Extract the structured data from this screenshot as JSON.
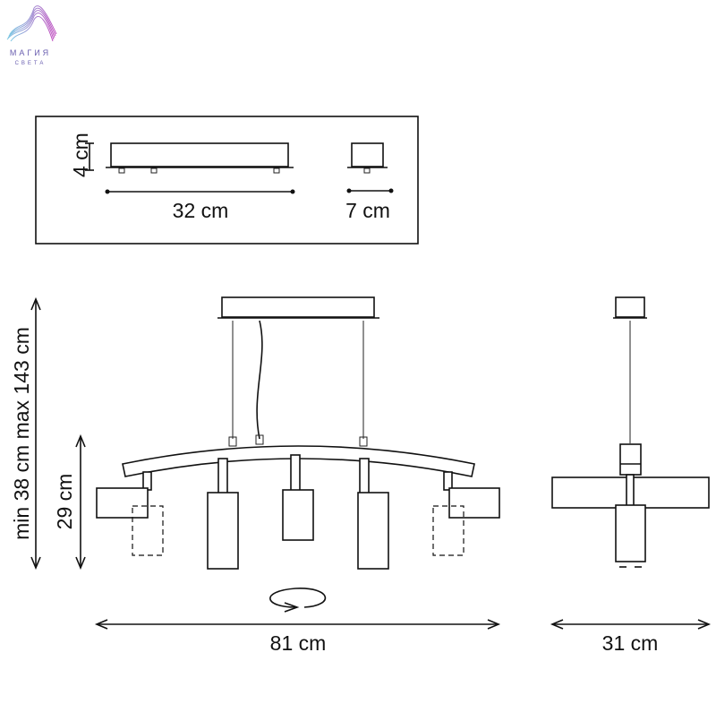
{
  "logo": {
    "line1": "МАГИЯ",
    "line2": "СВЕТА"
  },
  "canopy_dims": {
    "height": "4 cm",
    "length": "32 cm",
    "width": "7 cm"
  },
  "main_dims": {
    "total_height": "min 38 cm max 143 cm",
    "lamp_height": "29 cm",
    "length": "81 cm",
    "width": "31 cm"
  },
  "colors": {
    "line": "#111111",
    "logo_start": "#7ec8e3",
    "logo_end": "#c04fc0"
  }
}
